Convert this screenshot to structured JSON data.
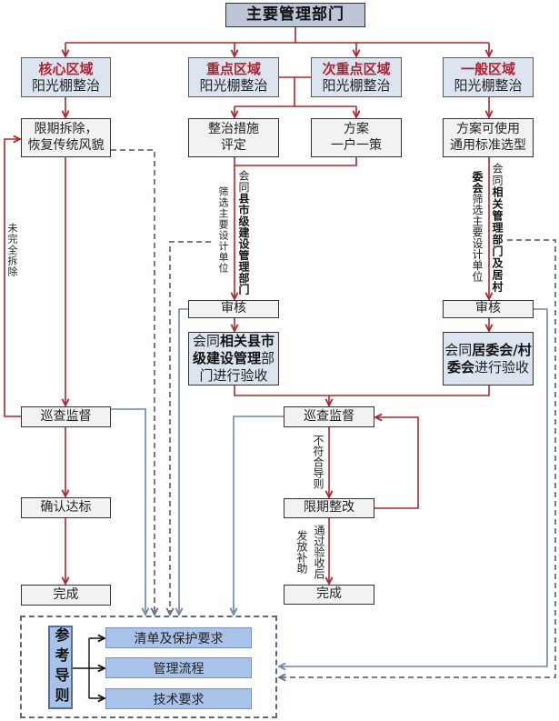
{
  "header": {
    "title": "主要管理部门"
  },
  "regions": [
    {
      "title": "核心区域",
      "subtitle": "阳光棚整治"
    },
    {
      "title": "重点区域",
      "subtitle": "阳光棚整治"
    },
    {
      "title": "次重点区域",
      "subtitle": "阳光棚整治"
    },
    {
      "title": "一般区域",
      "subtitle": "阳光棚整治"
    }
  ],
  "core_flow": {
    "demolish": [
      "限期拆除，",
      "恢复传统风貌"
    ],
    "loop_label": "未完全拆除",
    "inspect": "巡查监督",
    "confirm": "确认达标",
    "done": "完成"
  },
  "key_flow": {
    "measure": [
      "整治措施",
      "评定"
    ],
    "plan": [
      "方案",
      "一户一策"
    ],
    "dept_label": [
      {
        "text": "会同",
        "emphasis": false
      },
      {
        "text": "县市级建设管理部门",
        "emphasis": true
      }
    ],
    "select_label": "筛选主要设计单位",
    "review": "审核",
    "accept": [
      [
        {
          "text": "会同",
          "emphasis": false
        },
        {
          "text": "相关县市",
          "emphasis": true
        }
      ],
      [
        {
          "text": "级建设管理",
          "emphasis": true
        },
        {
          "text": "部",
          "emphasis": false
        }
      ],
      [
        {
          "text": "门进行验收",
          "emphasis": false
        }
      ]
    ]
  },
  "general_flow": {
    "plan": [
      "方案可使用",
      "通用标准选型"
    ],
    "dept_label": [
      {
        "text": "会同",
        "emphasis": false
      },
      {
        "text": "相关管理部门及居村",
        "emphasis": true
      }
    ],
    "select_label": [
      {
        "text": "委会",
        "emphasis": true
      },
      {
        "text": "筛选主要设计单位",
        "emphasis": false
      }
    ],
    "review": "审核",
    "accept": [
      [
        {
          "text": "会同",
          "emphasis": false
        },
        {
          "text": "居委会/村",
          "emphasis": true
        }
      ],
      [
        {
          "text": "委会",
          "emphasis": true
        },
        {
          "text": "进行验收",
          "emphasis": false
        }
      ]
    ]
  },
  "shared_flow": {
    "inspect": "巡查监督",
    "fail_label": "不符合导则",
    "rectify": "限期整改",
    "pass_label": "通过验收后",
    "subsidy_label": "发放补助",
    "done": "完成"
  },
  "guide": {
    "title": "参考导则",
    "items": [
      "清单及保护要求",
      "管理流程",
      "技术要求"
    ]
  },
  "colors": {
    "flow_arrow": "#a8282e",
    "reference_link": "#6f87a8",
    "reference_dashed": "#5f6f85",
    "region_title": "#b0222e"
  }
}
